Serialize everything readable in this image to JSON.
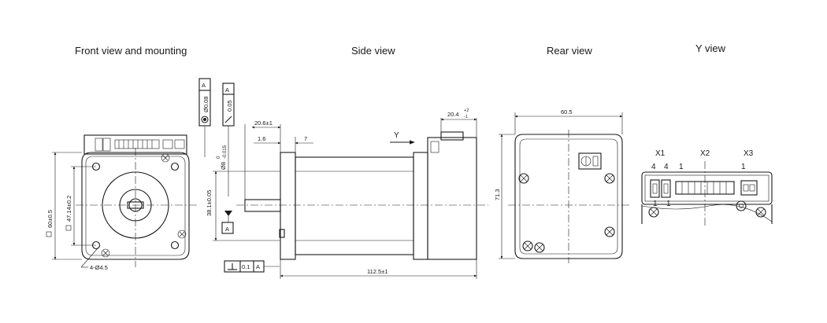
{
  "titles": {
    "front": "Front view and mounting",
    "side": "Side view",
    "rear": "Rear view",
    "y_view": "Y view"
  },
  "front_dims": {
    "outer_square": "60±0.5",
    "hole_square": "47.14±0.2",
    "holes": "4-Ø4.5"
  },
  "side_dims": {
    "concentricity": "Ø0.08",
    "runout": "0.05",
    "datum": "A",
    "perpendicularity": "0.1",
    "shaft_dia": "Ø8",
    "shaft_tol_upper": "0",
    "shaft_tol_lower": "-0.015",
    "pilot_dia": "38.1±0.05",
    "shaft_length": "20.6±1",
    "flange_thick": "1.6",
    "shaft_step": "7",
    "total_length": "112.5±1",
    "rear_extension": "20.4",
    "rear_tol_upper": "+2",
    "rear_tol_lower": "-1",
    "arrow_label": "Y"
  },
  "rear_dims": {
    "width": "60.5",
    "height": "71.3"
  },
  "y_view": {
    "x1": "X1",
    "x2": "X2",
    "x3": "X3",
    "x1_pin_a": "4",
    "x1_pin_b": "4",
    "x2_pin": "1",
    "x3_pin": "1",
    "bottom_pin_a": "1",
    "bottom_pin_b": "1"
  }
}
